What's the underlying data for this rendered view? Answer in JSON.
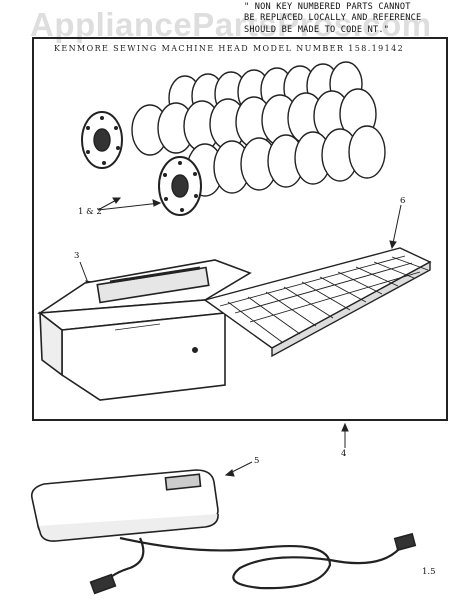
{
  "watermark": {
    "text": "AppliancePartsPros.com"
  },
  "note": {
    "lines": [
      "\" NON KEY NUMBERED PARTS CANNOT",
      "BE REPLACED LOCALLY AND REFERENCE",
      "SHOULD BE MADE TO CODE NT.\""
    ]
  },
  "title": {
    "text": "KENMORE SEWING MACHINE HEAD MODEL NUMBER 158.19142"
  },
  "callouts": {
    "bobbins": "1 & 2",
    "case": "3",
    "assembly": "4",
    "foot_control": "5",
    "tray": "6",
    "cord": "1.5"
  }
}
